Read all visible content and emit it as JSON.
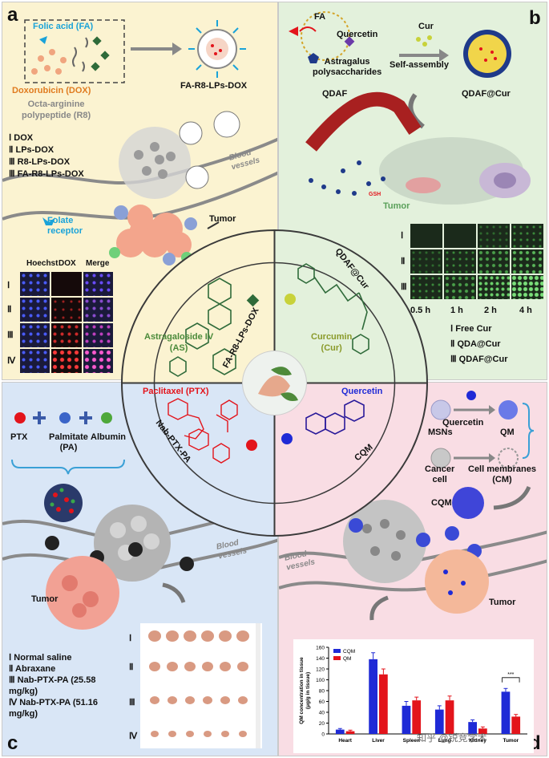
{
  "panel_a": {
    "letter": "a",
    "folic_acid": "Folic acid (FA)",
    "doxorubicin": "Doxorubicin (DOX)",
    "r8": "Octa-arginine\npolypeptide (R8)",
    "product": "FA-R8-LPs-DOX",
    "blood_vessels": "Blood\nvessels",
    "tumor": "Tumor",
    "folate_receptor": "Folate\nreceptor",
    "legend": [
      "Ⅰ DOX",
      "Ⅱ LPs-DOX",
      "Ⅲ R8-LPs-DOX",
      "Ⅲ FA-R8-LPs-DOX"
    ],
    "fluor_headers": [
      "Hoechst",
      "DOX",
      "Merge"
    ],
    "fluor_rows": [
      "Ⅰ",
      "Ⅱ",
      "Ⅲ",
      "Ⅳ"
    ]
  },
  "panel_b": {
    "letter": "b",
    "fa": "FA",
    "quercetin": "Quercetin",
    "astragalus": "Astragalus\npolysaccharides",
    "cur": "Cur",
    "self_assembly": "Self-assembly",
    "qdaf": "QDAF",
    "qdaf_cur": "QDAF@Cur",
    "gsh": "GSH",
    "tumor": "Tumor",
    "time_labels": [
      "0.5 h",
      "1 h",
      "2 h",
      "4 h"
    ],
    "rows": [
      "Ⅰ",
      "Ⅱ",
      "Ⅲ"
    ],
    "legend": [
      "Ⅰ Free Cur",
      "Ⅱ QDA@Cur",
      "Ⅲ QDAF@Cur"
    ]
  },
  "panel_c": {
    "letter": "c",
    "ptx": "PTX",
    "palmitate": "Palmitate\n(PA)",
    "albumin": "Albumin",
    "blood_vessels": "Blood\nvessels",
    "tumor": "Tumor",
    "legend": [
      "Ⅰ Normal saline",
      "Ⅱ Abraxane",
      "Ⅲ Nab-PTX-PA (25.58\nmg/kg)",
      "Ⅳ Nab-PTX-PA (51.16\nmg/kg)"
    ],
    "photo_rows": [
      "Ⅰ",
      "Ⅱ",
      "Ⅲ",
      "Ⅳ"
    ]
  },
  "panel_d": {
    "letter": "d",
    "quercetin": "Quercetin",
    "msns": "MSNs",
    "qm": "QM",
    "cancer_cell": "Cancer\ncell",
    "cell_membranes": "Cell membranes\n(CM)",
    "cqm": "CQM",
    "blood_vessels": "Blood\nvessels",
    "tumor": "Tumor",
    "watermark": "知乎 @锐竞学术"
  },
  "center": {
    "q1_name": "FA-R8-LPs-DOX",
    "q1_compound": "Astragaloside IV\n(AS)",
    "q2_name": "QDAF@Cur",
    "q2_compound": "Curcumin\n(Cur)",
    "q3_name": "Nab-PTX-PA",
    "q3_compound": "Paclitaxel (PTX)",
    "q4_name": "CQM",
    "q4_compound": "Quercetin"
  },
  "colors": {
    "panel_a_bg": "#fbf3d1",
    "panel_b_bg": "#e3f1dc",
    "panel_c_bg": "#d9e6f6",
    "panel_d_bg": "#f9dde4",
    "cqm": "#1f2ad6",
    "qm": "#e3141b",
    "dox_orange": "#e07b1f",
    "fa_blue": "#1aa3d9"
  },
  "chart_data": {
    "type": "bar",
    "ylabel": "QM concentration in tissue\n(μg/g in tissue)",
    "categories": [
      "Heart",
      "Liver",
      "Spleen",
      "Lung",
      "Kidney",
      "Tumor"
    ],
    "ylim": [
      0,
      160
    ],
    "yticks": [
      0,
      20,
      40,
      60,
      80,
      100,
      120,
      140,
      160
    ],
    "legend_placement": "top-left",
    "significance": "***",
    "series": [
      {
        "name": "CQM",
        "color": "#1f2ad6",
        "values": [
          8,
          138,
          52,
          45,
          22,
          78
        ],
        "errors": [
          2,
          12,
          8,
          7,
          4,
          6
        ]
      },
      {
        "name": "QM",
        "color": "#e3141b",
        "values": [
          5,
          110,
          62,
          62,
          10,
          32
        ],
        "errors": [
          2,
          10,
          6,
          8,
          3,
          4
        ]
      }
    ]
  }
}
